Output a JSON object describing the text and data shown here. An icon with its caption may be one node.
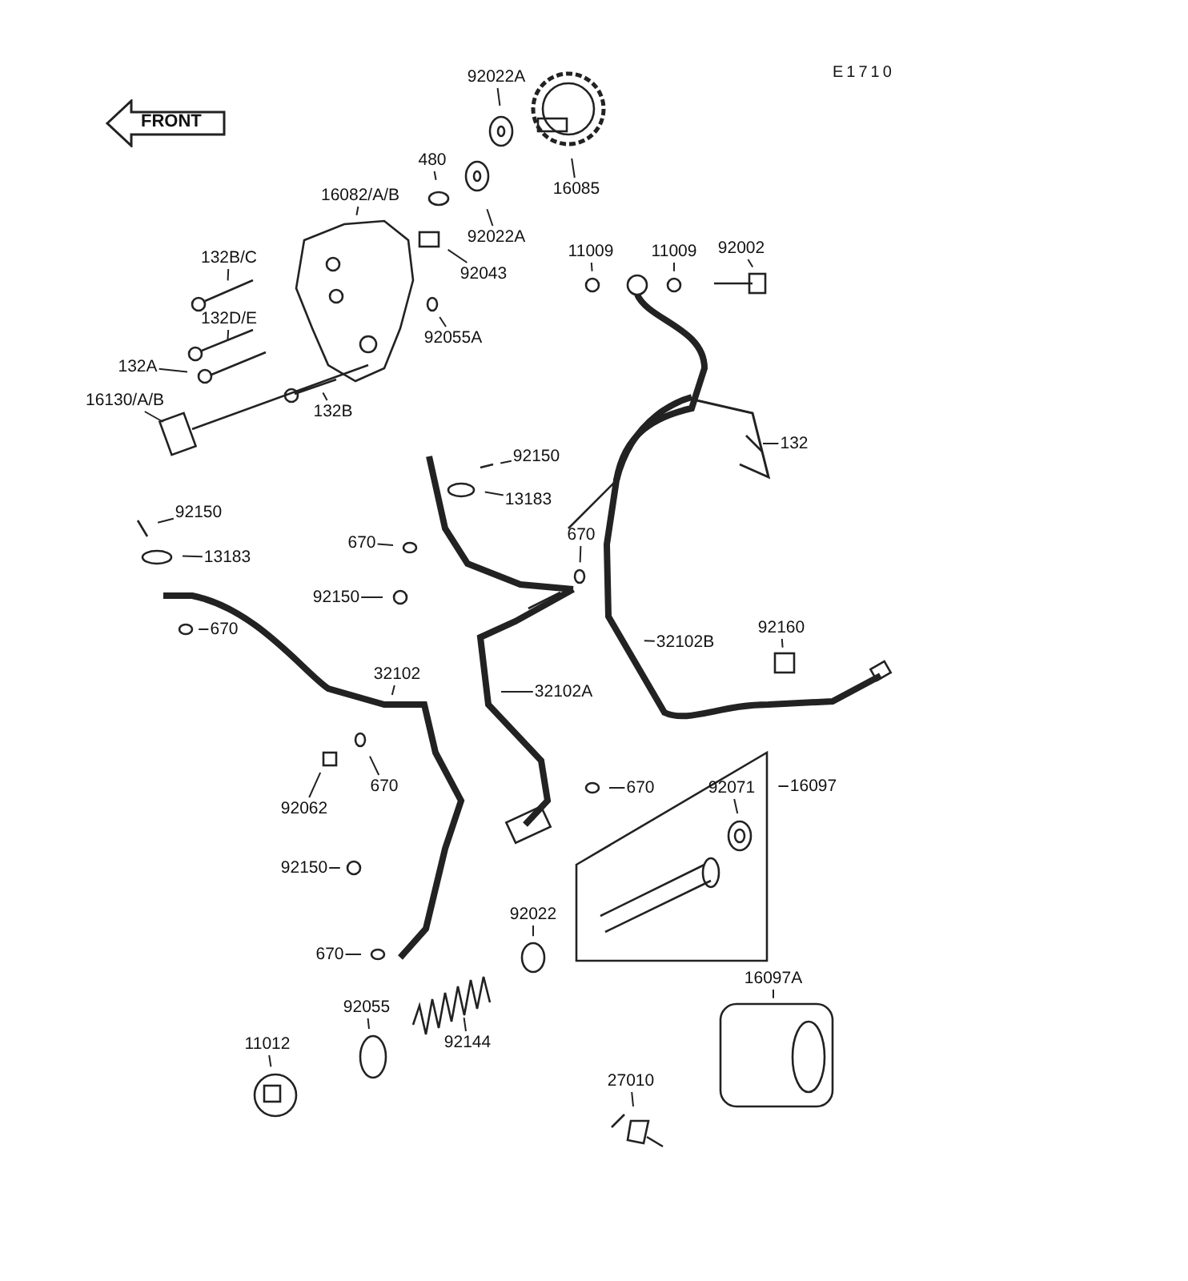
{
  "diagram": {
    "nodes": [
      {
        "text": [
          "FRONT"
        ]
      },
      {
        "text": [
          "92022A"
        ]
      },
      {
        "text": [
          "480"
        ]
      },
      {
        "text": [
          "16085"
        ]
      },
      {
        "text": [
          "16082/A/B"
        ]
      },
      {
        "text": [
          "92022A"
        ]
      },
      {
        "text": [
          "11009"
        ]
      },
      {
        "text": [
          "11009"
        ]
      },
      {
        "text": [
          "92002"
        ]
      },
      {
        "text": [
          "92043"
        ]
      },
      {
        "text": [
          "132B/C"
        ]
      },
      {
        "text": [
          "132D/E"
        ]
      },
      {
        "text": [
          "92055A"
        ]
      },
      {
        "text": [
          "132A"
        ]
      },
      {
        "text": [
          "16130/A/B"
        ]
      },
      {
        "text": [
          "132B"
        ]
      },
      {
        "text": [
          "132"
        ]
      },
      {
        "text": [
          "92150"
        ]
      },
      {
        "text": [
          "13183"
        ]
      },
      {
        "text": [
          "92150"
        ]
      },
      {
        "text": [
          "13183"
        ]
      },
      {
        "text": [
          "670"
        ]
      },
      {
        "text": [
          "670"
        ]
      },
      {
        "text": [
          "92150"
        ]
      },
      {
        "text": [
          "670"
        ]
      },
      {
        "text": [
          "32102"
        ]
      },
      {
        "text": [
          "32102B"
        ]
      },
      {
        "text": [
          "92160"
        ]
      },
      {
        "text": [
          "32102A"
        ]
      },
      {
        "text": [
          "670"
        ]
      },
      {
        "text": [
          "92062"
        ]
      },
      {
        "text": [
          "670"
        ]
      },
      {
        "text": [
          "16097"
        ]
      },
      {
        "text": [
          "92071"
        ]
      },
      {
        "text": [
          "92150"
        ]
      },
      {
        "text": [
          "92022"
        ]
      },
      {
        "text": [
          "670"
        ]
      },
      {
        "text": [
          "16097A"
        ]
      },
      {
        "text": [
          "92055"
        ]
      },
      {
        "text": [
          "11012"
        ]
      },
      {
        "text": [
          "92144"
        ]
      },
      {
        "text": [
          "27010"
        ]
      }
    ],
    "edges": [
      {
        "from": 1,
        "to": null,
        "arrow": "none"
      },
      {
        "from": 2,
        "to": null,
        "arrow": "none"
      },
      {
        "from": 3,
        "to": null,
        "arrow": "none"
      },
      {
        "from": 4,
        "to": null,
        "arrow": "none"
      },
      {
        "from": 5,
        "to": null,
        "arrow": "none"
      },
      {
        "from": 6,
        "to": null,
        "arrow": "none"
      },
      {
        "from": 7,
        "to": null,
        "arrow": "none"
      },
      {
        "from": 8,
        "to": null,
        "arrow": "none"
      },
      {
        "from": 9,
        "to": null,
        "arrow": "none"
      },
      {
        "from": 10,
        "to": null,
        "arrow": "none"
      },
      {
        "from": 11,
        "to": null,
        "arrow": "none"
      },
      {
        "from": 12,
        "to": null,
        "arrow": "none"
      },
      {
        "from": 13,
        "to": null,
        "arrow": "none"
      },
      {
        "from": 14,
        "to": null,
        "arrow": "none"
      },
      {
        "from": 15,
        "to": null,
        "arrow": "none"
      },
      {
        "from": 16,
        "to": null,
        "arrow": "none"
      },
      {
        "from": 17,
        "to": null,
        "arrow": "none"
      },
      {
        "from": 18,
        "to": null,
        "arrow": "none"
      },
      {
        "from": 19,
        "to": null,
        "arrow": "none"
      },
      {
        "from": 20,
        "to": null,
        "arrow": "none"
      },
      {
        "from": 21,
        "to": null,
        "arrow": "none"
      },
      {
        "from": 22,
        "to": null,
        "arrow": "none"
      },
      {
        "from": 23,
        "to": null,
        "arrow": "none"
      },
      {
        "from": 24,
        "to": null,
        "arrow": "none"
      },
      {
        "from": 25,
        "to": null,
        "arrow": "none"
      },
      {
        "from": 26,
        "to": null,
        "arrow": "none"
      },
      {
        "from": 27,
        "to": null,
        "arrow": "none"
      },
      {
        "from": 28,
        "to": null,
        "arrow": "none"
      },
      {
        "from": 29,
        "to": null,
        "arrow": "none"
      },
      {
        "from": 30,
        "to": null,
        "arrow": "none"
      },
      {
        "from": 31,
        "to": null,
        "arrow": "none"
      },
      {
        "from": 32,
        "to": null,
        "arrow": "none"
      },
      {
        "from": 33,
        "to": null,
        "arrow": "none"
      },
      {
        "from": 34,
        "to": null,
        "arrow": "none"
      },
      {
        "from": 35,
        "to": null,
        "arrow": "none"
      },
      {
        "from": 36,
        "to": null,
        "arrow": "none"
      },
      {
        "from": 37,
        "to": null,
        "arrow": "none"
      },
      {
        "from": 38,
        "to": null,
        "arrow": "none"
      },
      {
        "from": 39,
        "to": null,
        "arrow": "none"
      },
      {
        "from": 40,
        "to": null,
        "arrow": "none"
      },
      {
        "from": 41,
        "to": null,
        "arrow": "none"
      }
    ],
    "labels": [
      "E1710"
    ]
  }
}
